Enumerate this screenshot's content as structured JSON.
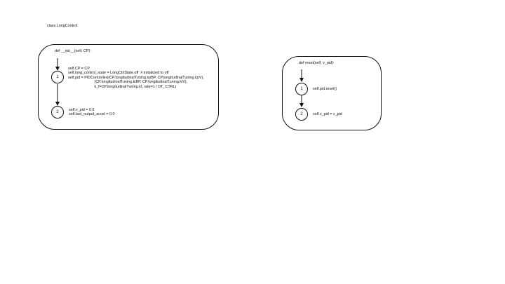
{
  "page": {
    "class_title": "class LongControl:"
  },
  "init_block": {
    "signature": "def __init__(self, CP):",
    "node1": {
      "label": "1",
      "code": [
        "self.CP = CP",
        "self.long_control_state = LongCtrlState.off  # initialized to off",
        "self.pid = PIDController((CP.longitudinalTuning.kpBP, CP.longitudinalTuning.kpV),",
        "                         (CP.longitudinalTuning.kiBP, CP.longitudinalTuning.kiV),",
        "                         k_f=CP.longitudinalTuning.kf, rate=1 / DT_CTRL)"
      ]
    },
    "node2": {
      "label": "2",
      "code": [
        "self.v_pid = 0.0",
        "self.last_output_accel = 0.0"
      ]
    }
  },
  "reset_block": {
    "signature": "def reset(self, v_pid):",
    "node1": {
      "label": "1",
      "code": [
        "self.pid.reset()"
      ]
    },
    "node2": {
      "label": "2",
      "code": [
        "self.v_pid = v_pid"
      ]
    }
  }
}
